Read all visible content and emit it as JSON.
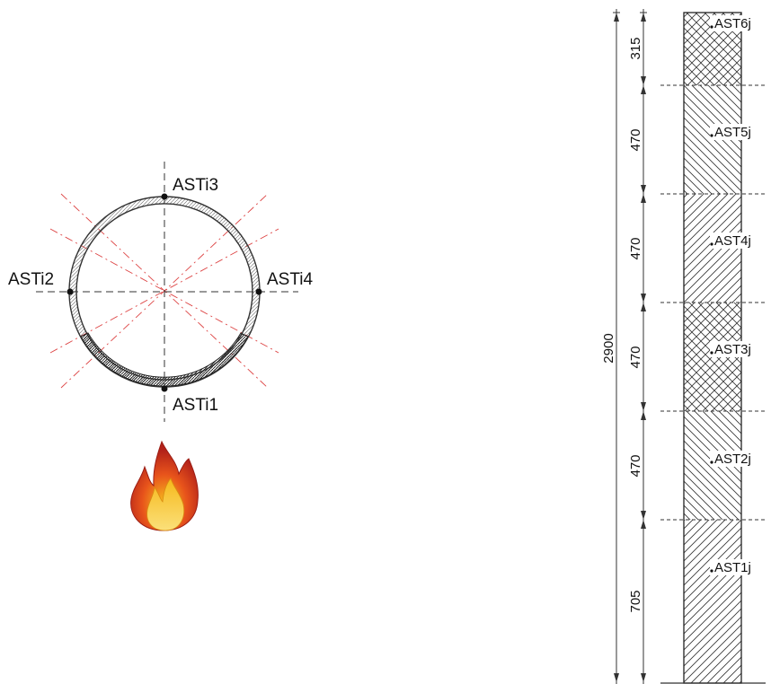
{
  "pipe_section": {
    "sensors": [
      {
        "id": "ASTi3",
        "label": "ASTi3"
      },
      {
        "id": "ASTi2",
        "label": "ASTi2"
      },
      {
        "id": "ASTi4",
        "label": "ASTi4"
      },
      {
        "id": "ASTi1",
        "label": "ASTi1"
      }
    ],
    "fire_icon": "fire-icon"
  },
  "column": {
    "total_dimension": "2900",
    "segments": [
      {
        "label": "AST6j",
        "dimension": "315"
      },
      {
        "label": "AST5j",
        "dimension": "470"
      },
      {
        "label": "AST4j",
        "dimension": "470"
      },
      {
        "label": "AST3j",
        "dimension": "470"
      },
      {
        "label": "AST2j",
        "dimension": "470"
      },
      {
        "label": "AST1j",
        "dimension": "705"
      }
    ]
  }
}
